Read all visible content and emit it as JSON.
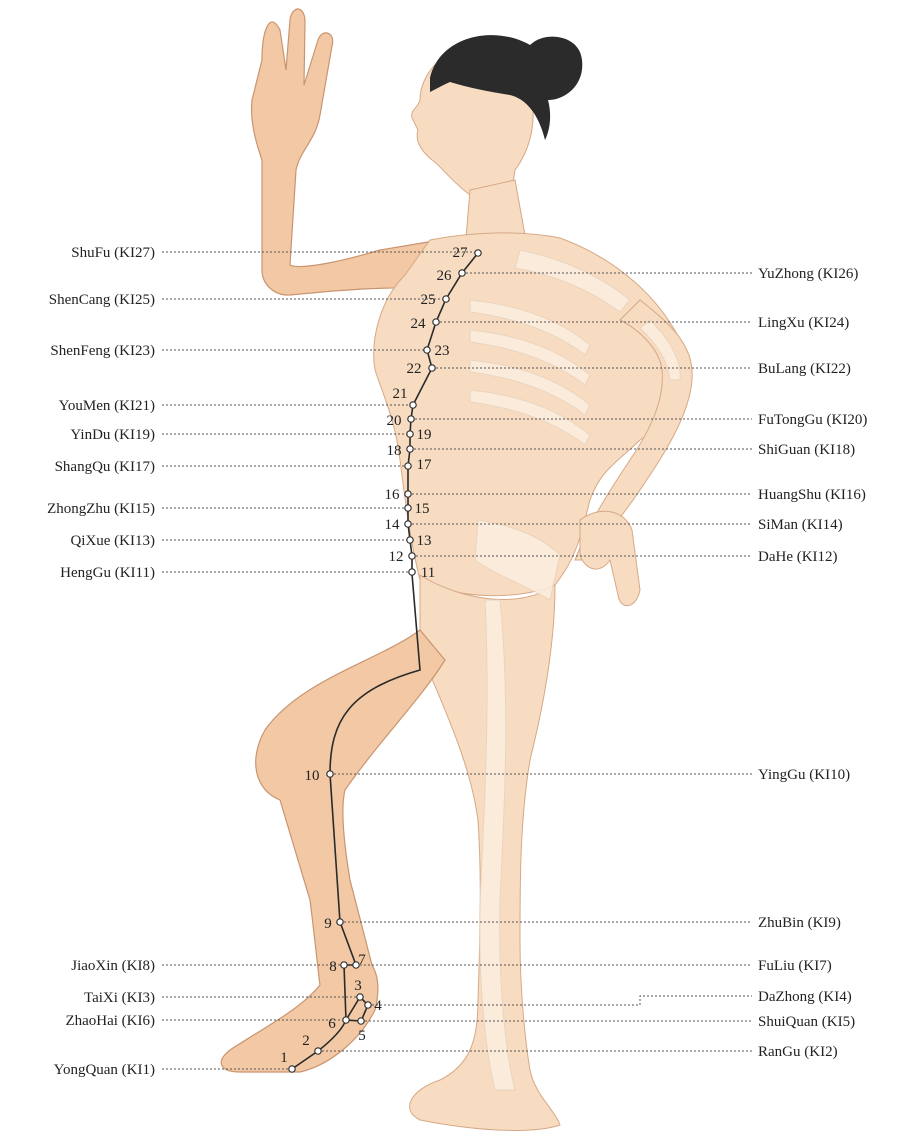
{
  "colors": {
    "skin": "#f2c9a4",
    "skin_light": "#f7dcc2",
    "bone": "#fbeee0",
    "hair": "#2b2b2b",
    "meridian_line": "#2a2a2a",
    "acupoint_fill": "#ffffff",
    "label_text": "#222222"
  },
  "figure": {
    "subject": "standing woman, side view, left leg raised, right arm raised",
    "meridian": "kidney"
  },
  "acupoints": [
    {
      "num": "1",
      "label": "YongQuan (KI1)"
    },
    {
      "num": "2",
      "label": "RanGu (KI2)"
    },
    {
      "num": "3",
      "label": "TaiXi (KI3)"
    },
    {
      "num": "4",
      "label": "DaZhong (KI4)"
    },
    {
      "num": "5",
      "label": "ShuiQuan (KI5)"
    },
    {
      "num": "6",
      "label": "ZhaoHai (KI6)"
    },
    {
      "num": "7",
      "label": "FuLiu (KI7)"
    },
    {
      "num": "8",
      "label": "JiaoXin (KI8)"
    },
    {
      "num": "9",
      "label": "ZhuBin (KI9)"
    },
    {
      "num": "10",
      "label": "YingGu (KI10)"
    },
    {
      "num": "11",
      "label": "HengGu (KI11)"
    },
    {
      "num": "12",
      "label": "DaHe (KI12)"
    },
    {
      "num": "13",
      "label": "QiXue (KI13)"
    },
    {
      "num": "14",
      "label": "SiMan (KI14)"
    },
    {
      "num": "15",
      "label": "ZhongZhu (KI15)"
    },
    {
      "num": "16",
      "label": "HuangShu (KI16)"
    },
    {
      "num": "17",
      "label": "ShangQu (KI17)"
    },
    {
      "num": "18",
      "label": "ShiGuan (KI18)"
    },
    {
      "num": "19",
      "label": "YinDu (KI19)"
    },
    {
      "num": "20",
      "label": "FuTongGu (KI20)"
    },
    {
      "num": "21",
      "label": "YouMen (KI21)"
    },
    {
      "num": "22",
      "label": "BuLang (KI22)"
    },
    {
      "num": "23",
      "label": "ShenFeng (KI23)"
    },
    {
      "num": "24",
      "label": "LingXu (KI24)"
    },
    {
      "num": "25",
      "label": "ShenCang (KI25)"
    },
    {
      "num": "26",
      "label": "YuZhong (KI26)"
    },
    {
      "num": "27",
      "label": "ShuFu (KI27)"
    }
  ]
}
